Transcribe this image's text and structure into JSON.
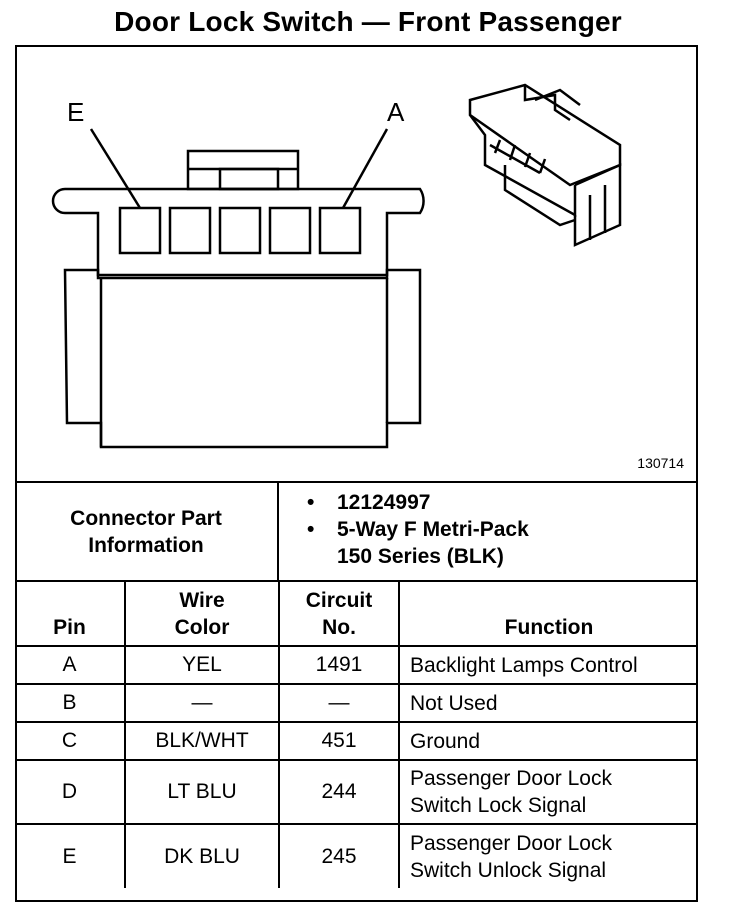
{
  "title": "Door Lock Switch — Front Passenger",
  "diagram": {
    "figure_id": "130714",
    "pin_label_left": "E",
    "pin_label_right": "A"
  },
  "connector_info": {
    "label_line1": "Connector Part",
    "label_line2": "Information",
    "bullets": [
      "12124997",
      "5-Way F Metri-Pack",
      "150 Series (BLK)"
    ]
  },
  "table": {
    "headers": {
      "pin": "Pin",
      "wire_line1": "Wire",
      "wire_line2": "Color",
      "circuit_line1": "Circuit",
      "circuit_line2": "No.",
      "function": "Function"
    },
    "rows": [
      {
        "pin": "A",
        "wire": "YEL",
        "circuit": "1491",
        "func1": "Backlight Lamps Control",
        "func2": ""
      },
      {
        "pin": "B",
        "wire": "—",
        "circuit": "—",
        "func1": "Not Used",
        "func2": ""
      },
      {
        "pin": "C",
        "wire": "BLK/WHT",
        "circuit": "451",
        "func1": "Ground",
        "func2": ""
      },
      {
        "pin": "D",
        "wire": "LT BLU",
        "circuit": "244",
        "func1": "Passenger Door Lock",
        "func2": "Switch Lock Signal"
      },
      {
        "pin": "E",
        "wire": "DK BLU",
        "circuit": "245",
        "func1": "Passenger Door Lock",
        "func2": "Switch Unlock Signal"
      }
    ]
  }
}
